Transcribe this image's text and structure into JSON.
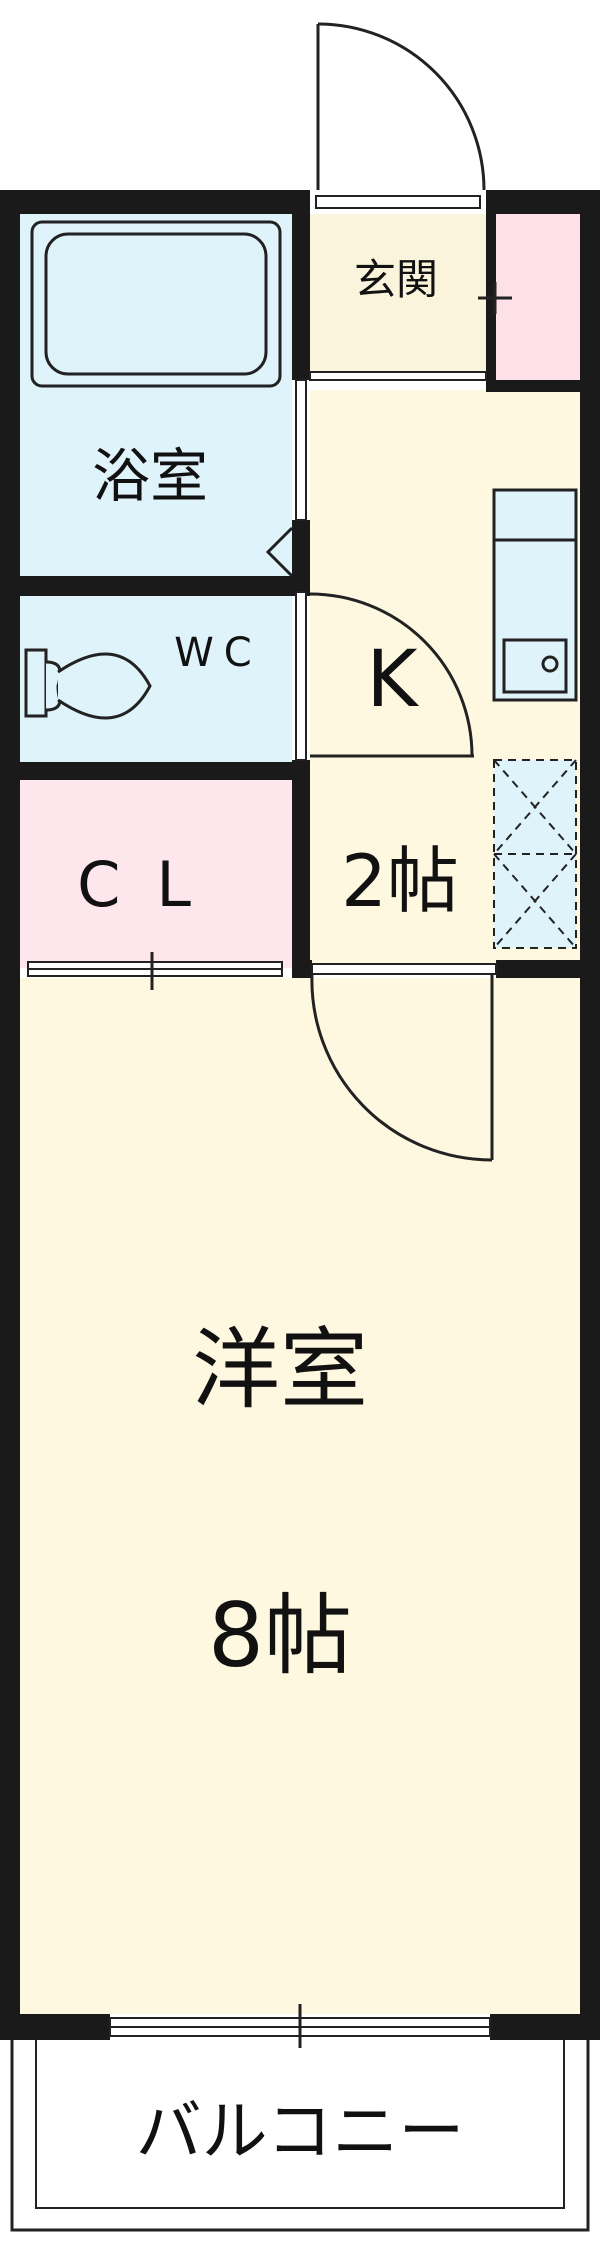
{
  "rooms": {
    "bath": {
      "label": "浴室"
    },
    "toilet": {
      "label": "WC"
    },
    "closet": {
      "label": "CL"
    },
    "entrance": {
      "label": "玄関"
    },
    "kitchen": {
      "letter": "K",
      "size": "2帖"
    },
    "western": {
      "label": "洋室",
      "size": "8帖"
    },
    "balcony": {
      "label": "バルコニー"
    }
  },
  "colors": {
    "wall": "#1a1a1a",
    "wet_area": "#dff3fb",
    "closet": "#fde6ec",
    "living": "#fff8e1",
    "entrance": "#fbf4dc",
    "shoe_box": "#fde0e8"
  }
}
